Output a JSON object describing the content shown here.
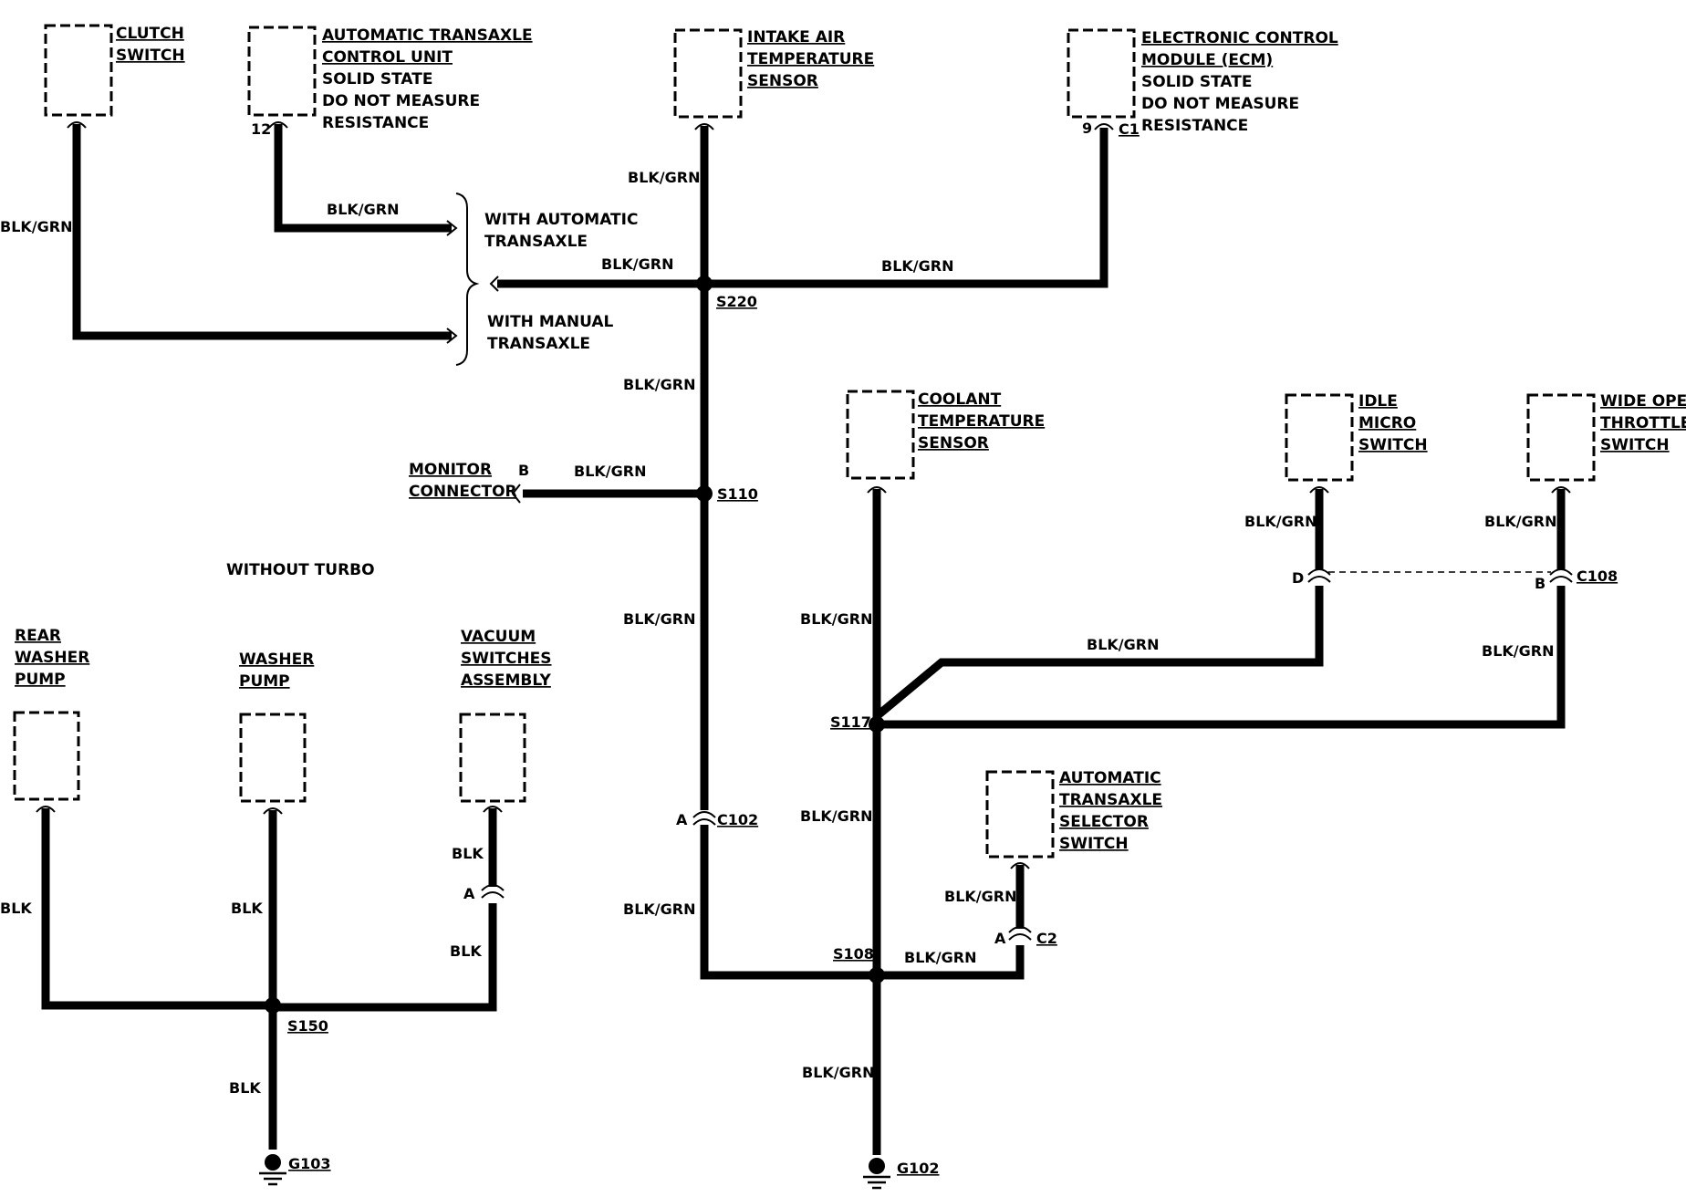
{
  "components": {
    "clutch_switch": [
      "CLUTCH",
      "SWITCH"
    ],
    "atcu": [
      "AUTOMATIC TRANSAXLE",
      "CONTROL UNIT",
      "SOLID STATE",
      "DO NOT MEASURE",
      "RESISTANCE"
    ],
    "atcu_pin": "12",
    "iat": [
      "INTAKE AIR",
      "TEMPERATURE",
      "SENSOR"
    ],
    "ecm": [
      "ELECTRONIC CONTROL",
      "MODULE (ECM)",
      "SOLID STATE",
      "DO NOT MEASURE",
      "RESISTANCE"
    ],
    "ecm_pin": "9",
    "ecm_conn": "C1",
    "coolant": [
      "COOLANT",
      "TEMPERATURE",
      "SENSOR"
    ],
    "idle": [
      "IDLE",
      "MICRO",
      "SWITCH"
    ],
    "wot": [
      "WIDE OPEN",
      "THROTTLE",
      "SWITCH"
    ],
    "ats": [
      "AUTOMATIC",
      "TRANSAXLE",
      "SELECTOR",
      "SWITCH"
    ],
    "monitor": [
      "MONITOR",
      "CONNECTOR"
    ],
    "monitor_pin": "B",
    "rear_washer": [
      "REAR",
      "WASHER",
      "PUMP"
    ],
    "washer": [
      "WASHER",
      "PUMP"
    ],
    "vacuum": [
      "VACUUM",
      "SWITCHES",
      "ASSEMBLY"
    ]
  },
  "notes": {
    "with_auto": [
      "WITH AUTOMATIC",
      "TRANSAXLE"
    ],
    "with_manual": [
      "WITH MANUAL",
      "TRANSAXLE"
    ],
    "without_turbo": "WITHOUT TURBO"
  },
  "splices": {
    "s220": "S220",
    "s110": "S110",
    "s117": "S117",
    "s108": "S108",
    "s150": "S150"
  },
  "connectors": {
    "c102": "C102",
    "c102_pin": "A",
    "c108": "C108",
    "c108_pin_d": "D",
    "c108_pin_b": "B",
    "c2": "C2",
    "c2_pin": "A",
    "vac_pin": "A"
  },
  "grounds": {
    "g103": "G103",
    "g102": "G102"
  },
  "wire_colors": {
    "blk_grn": "BLK/GRN",
    "blk": "BLK"
  }
}
